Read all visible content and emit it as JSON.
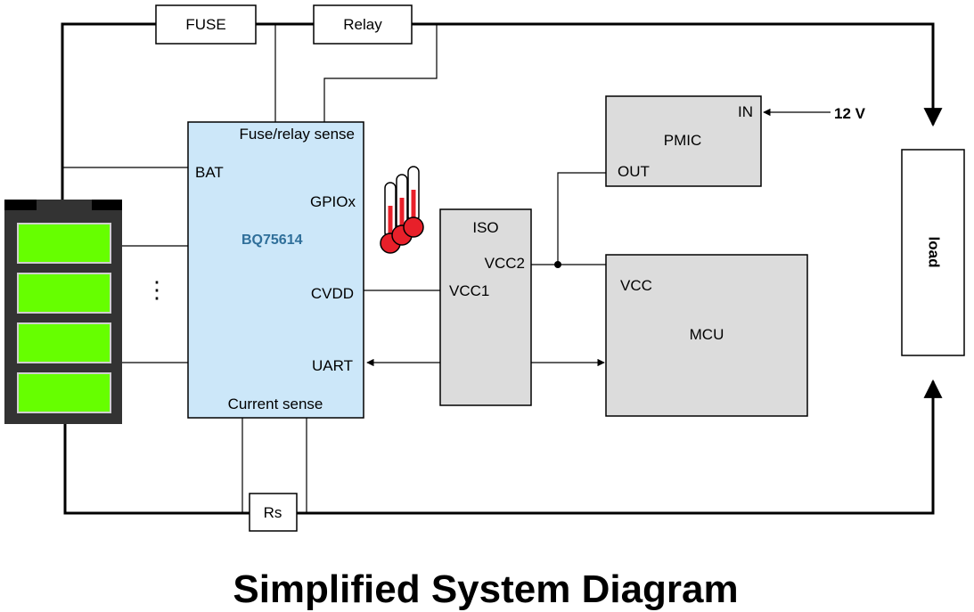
{
  "title": "Simplified System Diagram",
  "components": {
    "fuse": "FUSE",
    "relay": "Relay",
    "rs": "Rs",
    "load": "load",
    "bq": {
      "name": "BQ75614",
      "fuse_relay_sense": "Fuse/relay sense",
      "bat": "BAT",
      "gpio": "GPIOx",
      "cvdd": "CVDD",
      "uart": "UART",
      "current_sense": "Current sense"
    },
    "iso": {
      "name": "ISO",
      "vcc1": "VCC1",
      "vcc2": "VCC2"
    },
    "pmic": {
      "name": "PMIC",
      "in": "IN",
      "out": "OUT"
    },
    "mcu": {
      "name": "MCU",
      "vcc": "VCC"
    },
    "supply": "12 V",
    "ellipsis": "⋮"
  },
  "icons": {
    "battery": "battery-pack-icon",
    "thermometer": "thermometer-icon"
  },
  "colors": {
    "bq_fill": "#cce7f9",
    "block_fill": "#dcdcdc",
    "cell_green": "#66ff00",
    "battery_body": "#333333",
    "chip_label": "#2f6f9a",
    "thermo_red": "#e8202a"
  }
}
